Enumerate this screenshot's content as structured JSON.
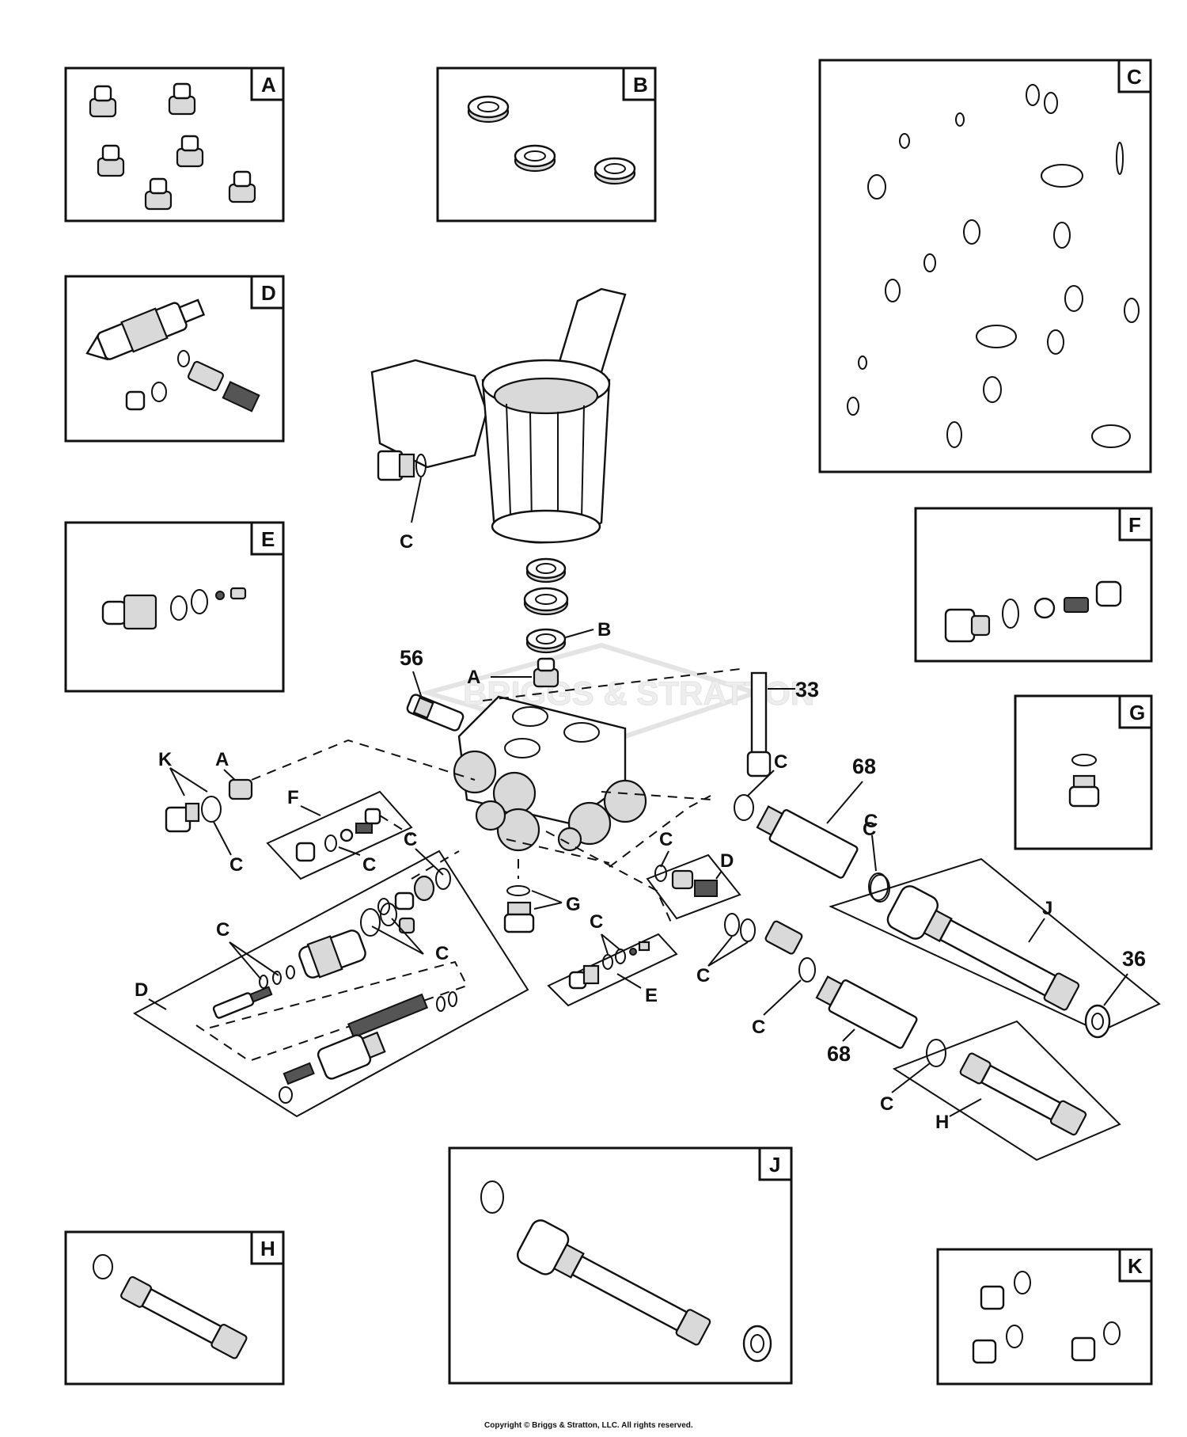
{
  "inset_boxes": {
    "a": "A",
    "b": "B",
    "c": "C",
    "d": "D",
    "e": "E",
    "f": "F",
    "g": "G",
    "h": "H",
    "j": "J",
    "k": "K"
  },
  "callouts": {
    "c_manifold": "C",
    "b_seal": "B",
    "a_valve_top": "A",
    "n56": "56",
    "n33": "33",
    "k_plug": "K",
    "a_valve_left": "A",
    "c_left_plug": "C",
    "f_group": "F",
    "c_f_group": "C",
    "c_long_group": "C",
    "c_d_upper": "C",
    "c_d_mid": "C",
    "d_group": "D",
    "g_plug": "G",
    "c_e_group": "C",
    "e_group": "E",
    "c_top_right": "C",
    "n68_top": "68",
    "c_right_small": "C",
    "d_right": "D",
    "c_right_mid": "C",
    "c_right_lower": "C",
    "c_right_bottom": "C",
    "n68_bottom": "68",
    "c_j_group": "C",
    "j_group": "J",
    "n36": "36",
    "c_h_group": "C",
    "h_group": "H"
  },
  "watermark": "BRIGGS & STRATTON",
  "copyright": "Copyright © Briggs & Stratton, LLC. All rights reserved."
}
